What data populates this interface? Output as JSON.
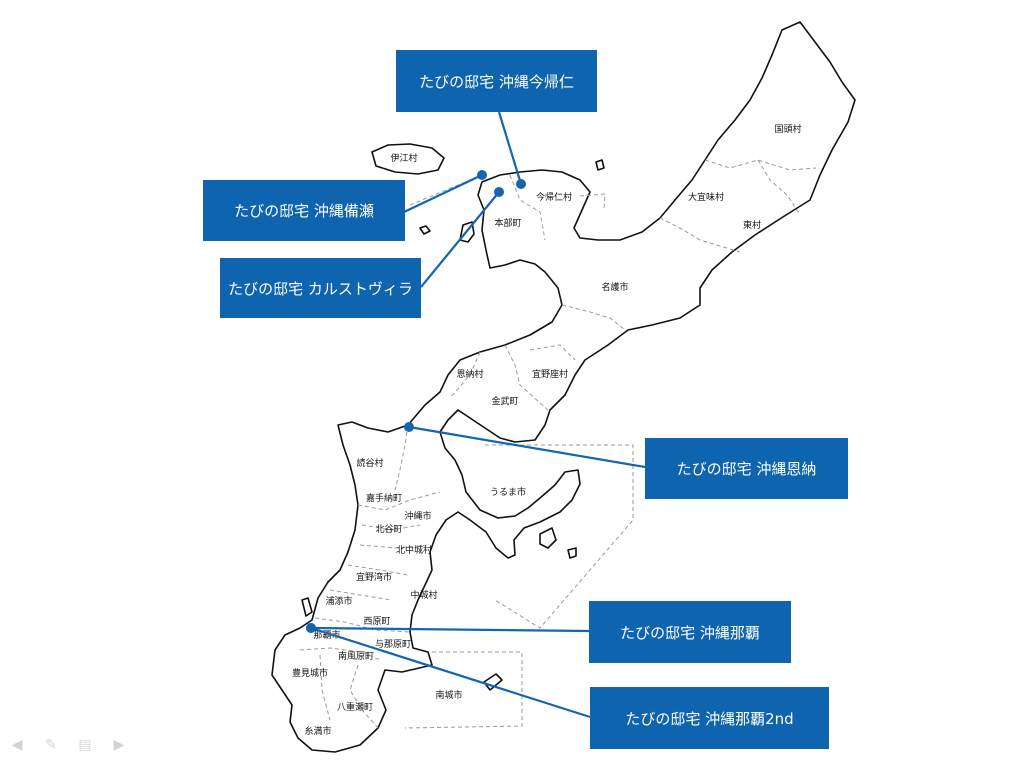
{
  "map": {
    "municipalities": [
      {
        "id": "kunigami",
        "label": "国頭村"
      },
      {
        "id": "ogimi",
        "label": "大宜味村"
      },
      {
        "id": "higashi",
        "label": "東村"
      },
      {
        "id": "nakijin",
        "label": "今帰仁村"
      },
      {
        "id": "motobu",
        "label": "本部町"
      },
      {
        "id": "nago",
        "label": "名護市"
      },
      {
        "id": "iejima",
        "label": "伊江村"
      },
      {
        "id": "onna",
        "label": "恩納村"
      },
      {
        "id": "ginoza",
        "label": "宜野座村"
      },
      {
        "id": "kin",
        "label": "金武町"
      },
      {
        "id": "yomitan",
        "label": "読谷村"
      },
      {
        "id": "uruma",
        "label": "うるま市"
      },
      {
        "id": "kadena",
        "label": "嘉手納町"
      },
      {
        "id": "okinawa",
        "label": "沖縄市"
      },
      {
        "id": "chatan",
        "label": "北谷町"
      },
      {
        "id": "kitanakagusuku",
        "label": "北中城村"
      },
      {
        "id": "ginowan",
        "label": "宜野湾市"
      },
      {
        "id": "nakagusuku",
        "label": "中城村"
      },
      {
        "id": "urasoe",
        "label": "浦添市"
      },
      {
        "id": "nishihara",
        "label": "西原町"
      },
      {
        "id": "naha",
        "label": "那覇市"
      },
      {
        "id": "yonabaru",
        "label": "与那原町"
      },
      {
        "id": "haebaru",
        "label": "南風原町"
      },
      {
        "id": "tomigusuku",
        "label": "豊見城市"
      },
      {
        "id": "nanjo",
        "label": "南城市"
      },
      {
        "id": "yaese",
        "label": "八重瀬町"
      },
      {
        "id": "itoman",
        "label": "糸満市"
      }
    ]
  },
  "callouts": [
    {
      "id": "nakijin",
      "label": "たびの邸宅  沖縄今帰仁"
    },
    {
      "id": "bise",
      "label": "たびの邸宅  沖縄備瀬"
    },
    {
      "id": "karst",
      "label": "たびの邸宅  カルストヴィラ"
    },
    {
      "id": "onna",
      "label": "たびの邸宅  沖縄恩納"
    },
    {
      "id": "naha",
      "label": "たびの邸宅  沖縄那覇"
    },
    {
      "id": "naha2",
      "label": "たびの邸宅  沖縄那覇2nd"
    }
  ],
  "colors": {
    "accent": "#0f64b0",
    "land_stroke": "#111111",
    "border_dash": "#9a9a9a"
  },
  "nav": {
    "icons": [
      "prev-icon",
      "pen-icon",
      "menu-icon",
      "next-icon"
    ]
  }
}
